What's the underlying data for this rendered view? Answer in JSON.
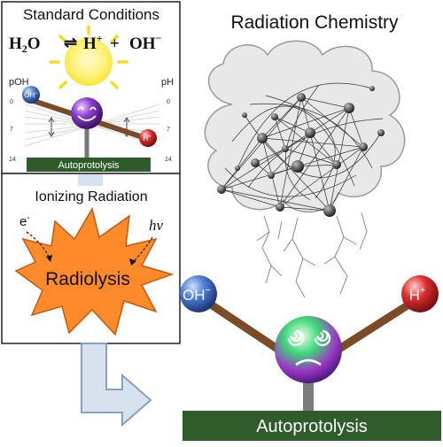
{
  "panels": {
    "standard": {
      "title": "Standard Conditions",
      "equation": {
        "reactant": "H",
        "reactant_sub": "2",
        "reactant_tail": "O",
        "arrow": "⇌",
        "product1": "H",
        "product1_sup": "+",
        "plus": "+",
        "product2": "OH",
        "product2_sup": "−"
      },
      "left_scale": {
        "label": "pOH",
        "ticks": [
          "0",
          "7",
          "14"
        ]
      },
      "right_scale": {
        "label": "pH",
        "ticks": [
          "0",
          "7",
          "14"
        ]
      },
      "oh_ion": "OH",
      "oh_charge": "−",
      "h_ion": "H",
      "h_charge": "+",
      "base_label": "Autoprotolysis"
    },
    "ionizing": {
      "title": "Ionizing Radiation",
      "electron": "e",
      "electron_charge": "-",
      "photon": "hν",
      "burst_label": "Radiolysis"
    },
    "main": {
      "title": "Radiation Chemistry",
      "oh_ion": "OH",
      "oh_charge": "−",
      "h_ion": "H",
      "h_charge": "+",
      "base_label": "Autoprotolysis"
    }
  },
  "colors": {
    "autoprotolysis_bar": "#2f5c2a",
    "sun": "#ffee44",
    "oh_ball": "#3a63b8",
    "h_ball": "#cc2222",
    "water_ball_calm": "#7a2fb5",
    "beam": "#7a4b26",
    "burst_fill": "#ff8a2a",
    "cloud_fill": "#e8e8e8",
    "arrow_fill": "#d8e2ee",
    "arrow_stroke": "#8aa0bc"
  }
}
